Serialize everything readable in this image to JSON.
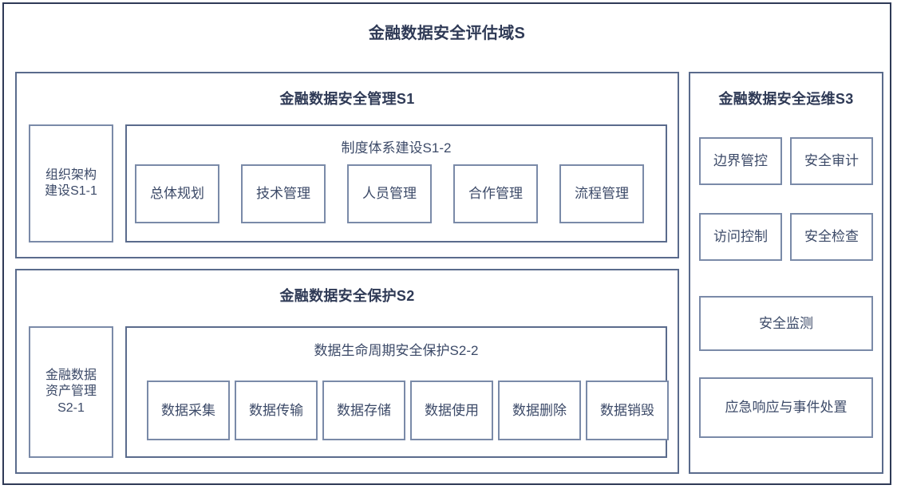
{
  "diagram": {
    "title": "金融数据安全评估域S",
    "colors": {
      "frame_border": "#2f3a56",
      "panel_border": "#5a6b8c",
      "leaf_border": "#7a8aa8",
      "title_text": "#2f3a56",
      "body_text": "#3c4a68",
      "background": "#ffffff"
    },
    "panels": [
      {
        "id": "S1",
        "title": "金融数据安全管理S1",
        "side_box": "组织架构\n建设S1-1",
        "subgroup": {
          "title": "制度体系建设S1-2",
          "items": [
            "总体规划",
            "技术管理",
            "人员管理",
            "合作管理",
            "流程管理"
          ]
        }
      },
      {
        "id": "S2",
        "title": "金融数据安全保护S2",
        "side_box": "金融数据\n资产管理\nS2-1",
        "subgroup": {
          "title": "数据生命周期安全保护S2-2",
          "items": [
            "数据采集",
            "数据传输",
            "数据存储",
            "数据使用",
            "数据删除",
            "数据销毁"
          ]
        }
      },
      {
        "id": "S3",
        "title": "金融数据安全运维S3",
        "grid_items": [
          "边界管控",
          "安全审计",
          "访问控制",
          "安全检查"
        ],
        "wide_items": [
          "安全监测",
          "应急响应与事件处置"
        ]
      }
    ]
  }
}
